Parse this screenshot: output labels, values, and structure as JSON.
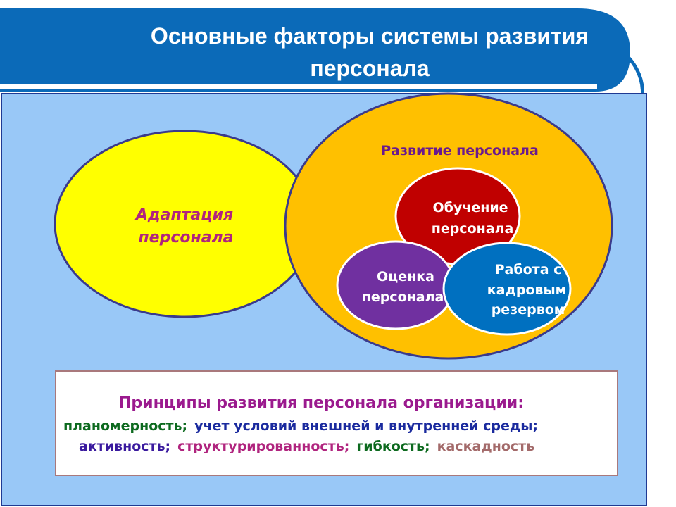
{
  "title": {
    "line1": "Основные факторы системы развития",
    "line2": "персонала"
  },
  "diagram": {
    "adaptation": {
      "line1": "Адаптация",
      "line2": "персонала"
    },
    "development": {
      "label": "Развитие персонала"
    },
    "training": {
      "line1": "Обучение",
      "line2": "персонала"
    },
    "evaluation": {
      "line1": "Оценка",
      "line2": "персонала"
    },
    "reserve": {
      "line1": "Работа с",
      "line2": "кадровым",
      "line3": "резервом"
    }
  },
  "principles": {
    "title": "Принципы развития персонала организации:",
    "line1": [
      {
        "text": "планомерность;",
        "color": "#0d6a1f"
      },
      {
        "text": "учет условий внешней и внутренней среды;",
        "color": "#1a2a9e"
      }
    ],
    "line2": [
      {
        "text": "активность;",
        "color": "#3a1a9e"
      },
      {
        "text": "структурированность;",
        "color": "#b0247e"
      },
      {
        "text": "гибкость;",
        "color": "#0d6a1f"
      },
      {
        "text": "каскадность",
        "color": "#a36a6a"
      }
    ]
  },
  "colors": {
    "header_blue": "#0b6ab8",
    "panel_blue": "#99c8f7",
    "adaptation_fill": "#ffff00",
    "development_fill": "#ffc000",
    "training_fill": "#c00000",
    "evaluation_fill": "#7030a0",
    "reserve_fill": "#0070c0"
  }
}
